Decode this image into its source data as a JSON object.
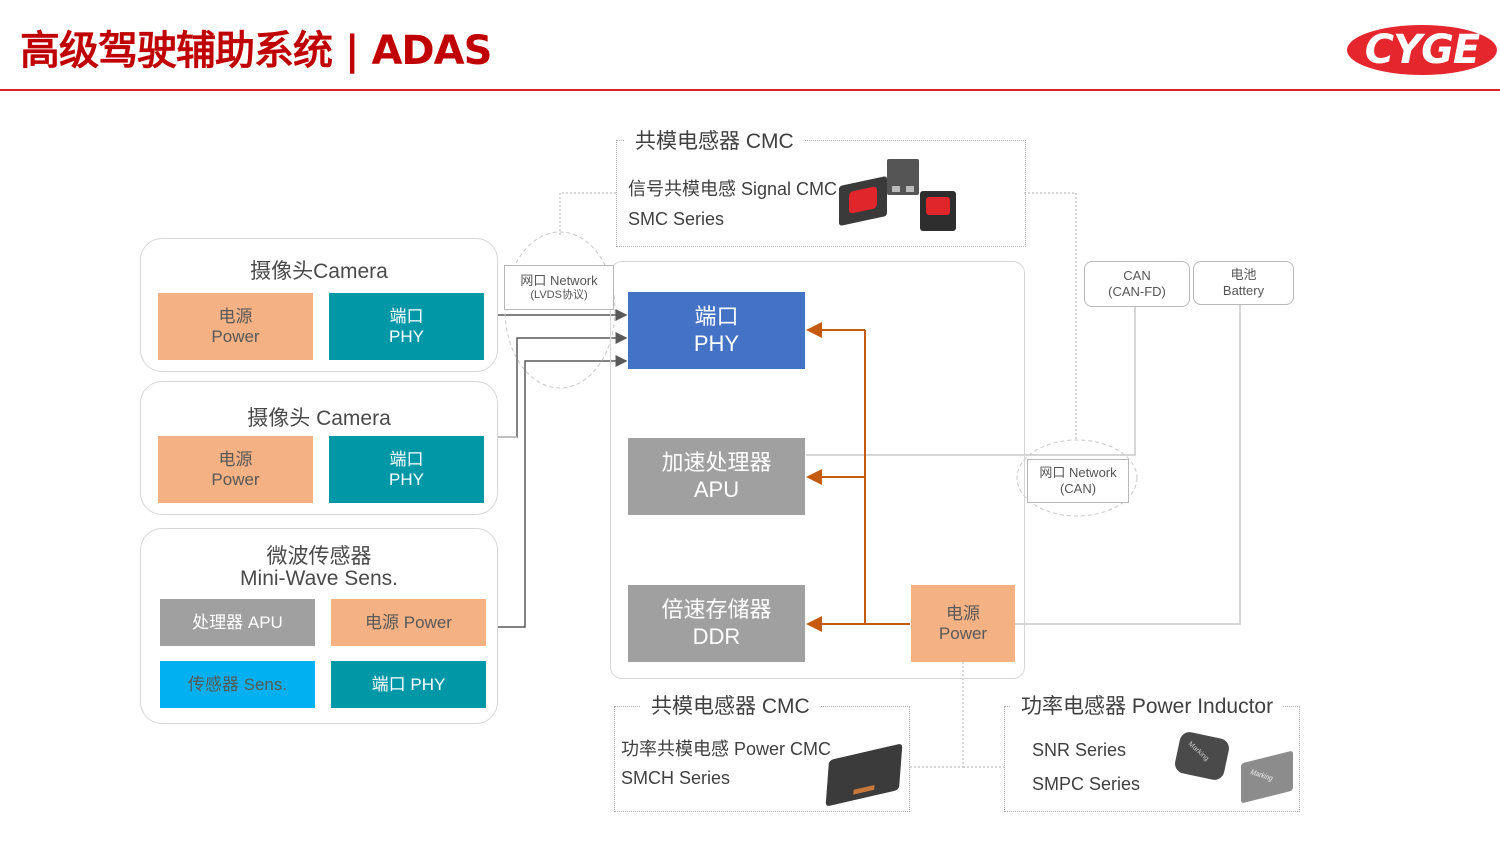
{
  "header": {
    "title": "高级驾驶辅助系统 | ADAS",
    "logo_text": "CYGE"
  },
  "colors": {
    "brand_red": "#c00000",
    "power_orange": "#f4b183",
    "phy_teal": "#0097a7",
    "phy_blue": "#4472c4",
    "processor_grey": "#a0a0a0",
    "sensor_cyan": "#00b0f0",
    "power_line": "#c55a11"
  },
  "camera1": {
    "title": "摄像头Camera",
    "power": {
      "cn": "电源",
      "en": "Power"
    },
    "phy": {
      "cn": "端口",
      "en": "PHY"
    }
  },
  "camera2": {
    "title": "摄像头 Camera",
    "power": {
      "cn": "电源",
      "en": "Power"
    },
    "phy": {
      "cn": "端口",
      "en": "PHY"
    }
  },
  "radar": {
    "title_cn": "微波传感器",
    "title_en": "Mini-Wave Sens.",
    "apu": "处理器 APU",
    "power": "电源 Power",
    "sensor": "传感器 Sens.",
    "phy": "端口 PHY"
  },
  "lvds_network": {
    "label": "网口 Network",
    "sub": "(LVDS协议)"
  },
  "can_network": {
    "label": "网口 Network",
    "sub": "(CAN)"
  },
  "ecu": {
    "phy": {
      "cn": "端口",
      "en": "PHY"
    },
    "apu": {
      "cn": "加速处理器",
      "en": "APU"
    },
    "ddr": {
      "cn": "倍速存储器",
      "en": "DDR"
    },
    "power": {
      "cn": "电源",
      "en": "Power"
    }
  },
  "can_box": {
    "line1": "CAN",
    "line2": "(CAN-FD)"
  },
  "battery_box": {
    "line1": "电池",
    "line2": "Battery"
  },
  "signal_cmc": {
    "title": "共模电感器 CMC",
    "line1": "信号共模电感 Signal CMC",
    "line2": "SMC Series"
  },
  "power_cmc": {
    "title": "共模电感器 CMC",
    "line1": "功率共模电感 Power CMC",
    "line2": "SMCH Series"
  },
  "power_inductor": {
    "title": "功率电感器 Power Inductor",
    "line1": "SNR Series",
    "line2": "SMPC Series",
    "marking": "Marking"
  }
}
